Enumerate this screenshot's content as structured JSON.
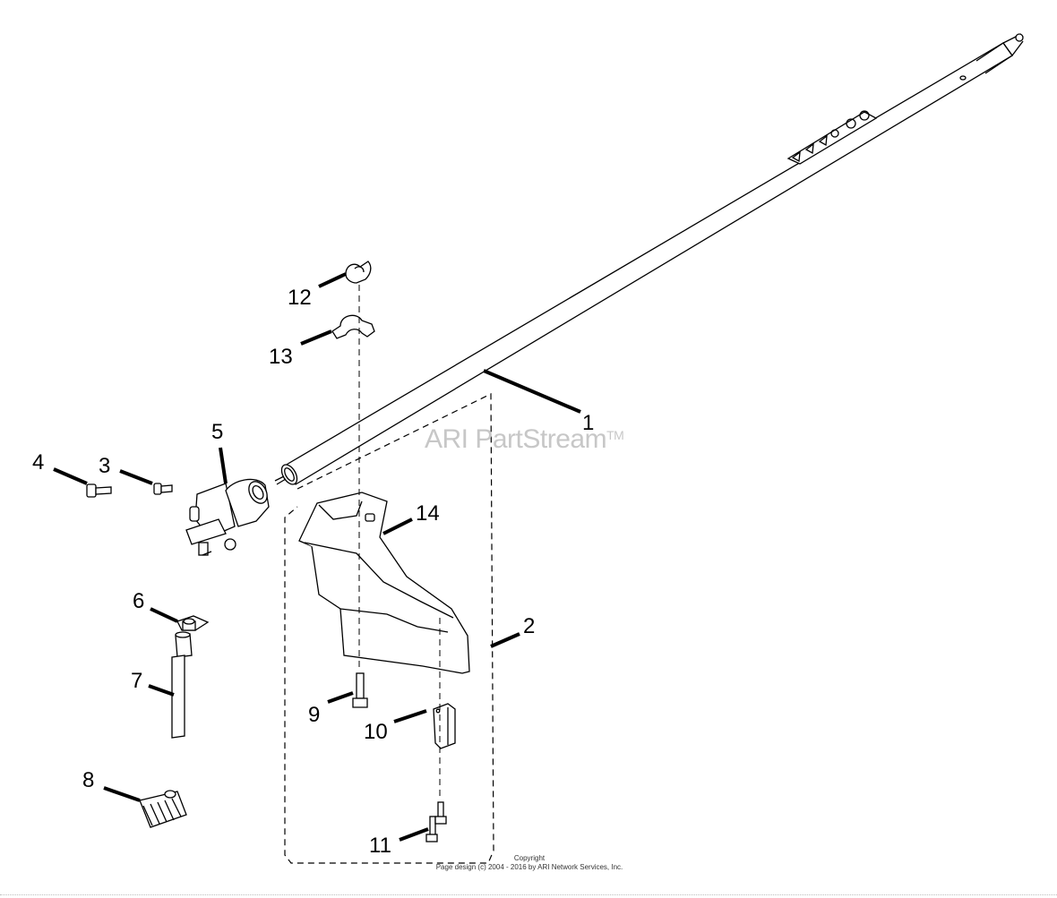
{
  "watermark": {
    "text": "ARI PartStream",
    "trademark": "TM"
  },
  "copyright": {
    "line1": "Copyright",
    "line2": "Page design (c) 2004 - 2016 by ARI Network Services, Inc."
  },
  "callouts": {
    "p1": "1",
    "p2": "2",
    "p3": "3",
    "p4": "4",
    "p5": "5",
    "p6": "6",
    "p7": "7",
    "p8": "8",
    "p9": "9",
    "p10": "10",
    "p11": "11",
    "p12": "12",
    "p13": "13",
    "p14": "14"
  }
}
